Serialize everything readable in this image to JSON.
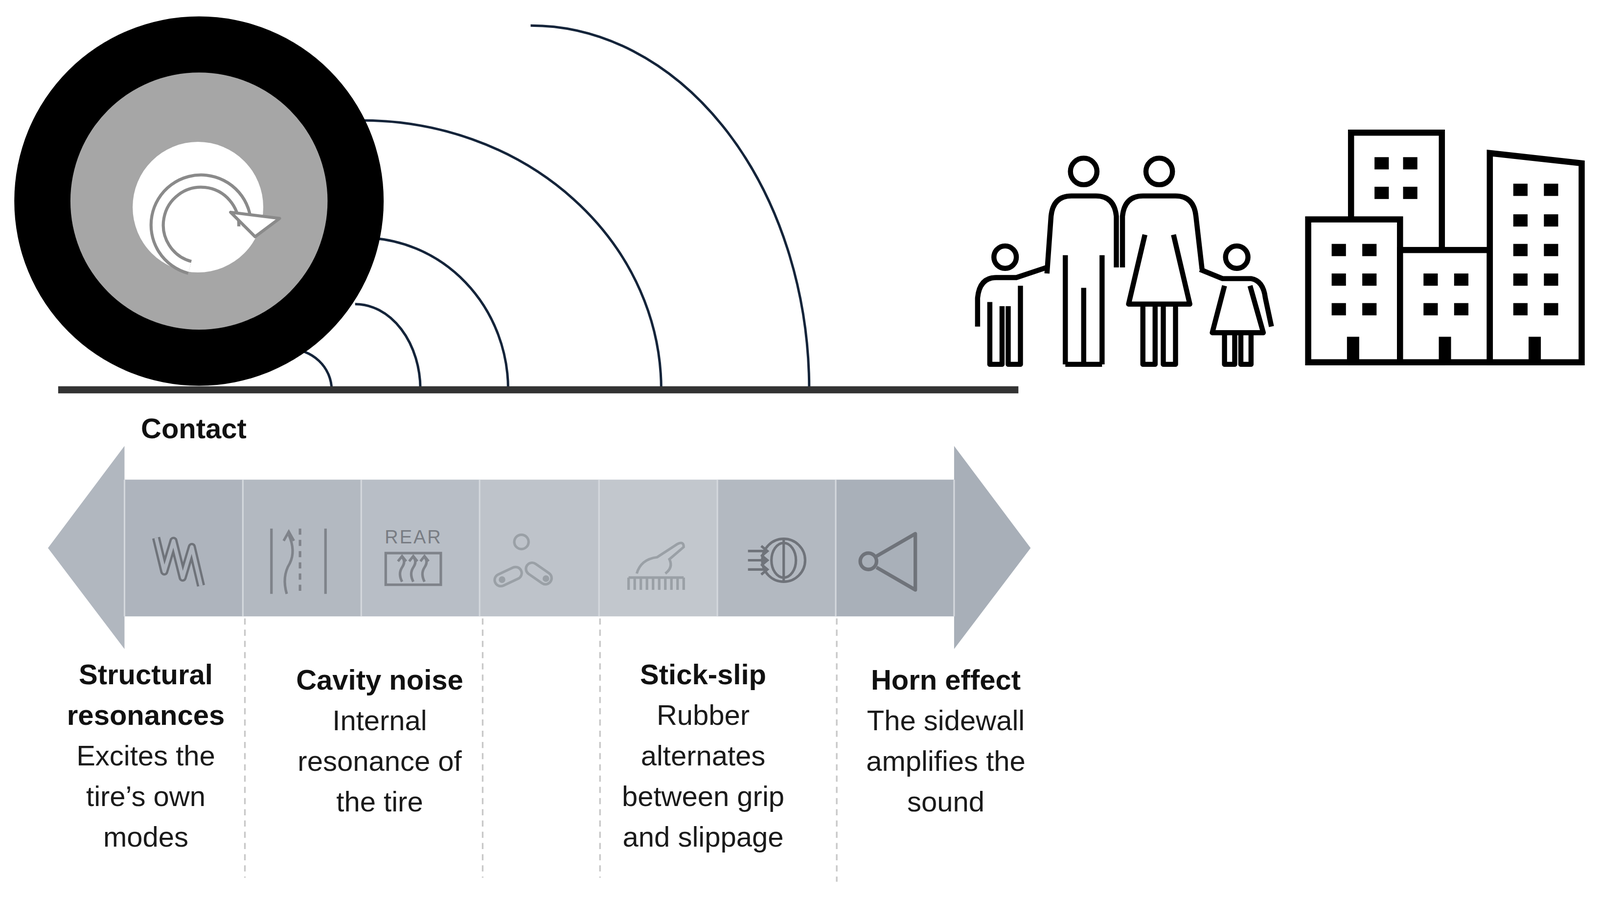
{
  "diagram": {
    "labels": [
      "Contact",
      "REAR",
      "Structural resonances",
      "Excites the tire’s own modes",
      "Cavity noise",
      "Internal resonance of the tire",
      "Stick-slip",
      "Rubber alternates between grip and slippage",
      "Horn effect",
      "The sidewall amplifies the sound"
    ]
  }
}
